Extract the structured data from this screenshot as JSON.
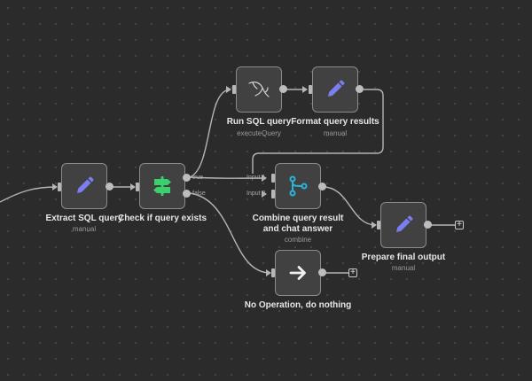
{
  "nodes": {
    "extract": {
      "title": "Extract SQL query",
      "subtitle": "manual",
      "icon": "pencil-icon"
    },
    "check": {
      "title": "Check if query exists",
      "subtitle": "",
      "icon": "signpost-icon",
      "out_true": "true",
      "out_false": "false"
    },
    "run": {
      "title": "Run SQL query",
      "subtitle": "executeQuery",
      "icon": "mysql-dolphin-icon"
    },
    "format": {
      "title": "Format query results",
      "subtitle": "manual",
      "icon": "pencil-icon"
    },
    "combine": {
      "title_line1": "Combine query result",
      "title_line2": "and chat answer",
      "subtitle": "combine",
      "icon": "merge-icon",
      "input1": "Input 1",
      "input2": "Input 2"
    },
    "prepare": {
      "title": "Prepare final output",
      "subtitle": "manual",
      "icon": "pencil-icon"
    },
    "noop": {
      "title": "No Operation, do nothing",
      "subtitle": "",
      "icon": "arrow-right-icon"
    }
  },
  "add_symbol": "+",
  "colors": {
    "background": "#2b2b2b",
    "node_fill": "#414141",
    "node_border": "#8a8a8a",
    "pencil": "#7b7ef0",
    "signpost": "#3ccf6d",
    "merge": "#29b4d9",
    "connection": "#b5b5b5"
  }
}
